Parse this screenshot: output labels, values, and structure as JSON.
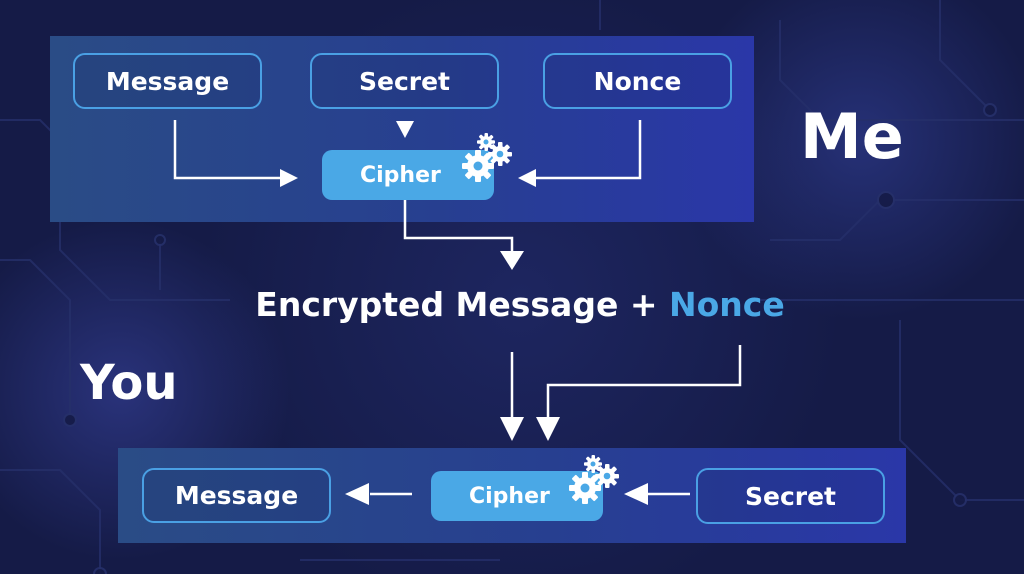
{
  "colors": {
    "background": "#151b47",
    "panel": "#273f90",
    "box_border": "#4aa0e4",
    "cipher_fill": "#4aa8e6",
    "accent_text": "#4aa8e6",
    "text": "#ffffff"
  },
  "top": {
    "message_label": "Message",
    "secret_label": "Secret",
    "nonce_label": "Nonce",
    "cipher_label": "Cipher",
    "cipher_icon": "gears-icon",
    "side_label": "Me"
  },
  "middle": {
    "encrypted_text": "Encrypted Message +",
    "nonce_text": "Nonce"
  },
  "bottom": {
    "side_label": "You",
    "message_label": "Message",
    "cipher_label": "Cipher",
    "cipher_icon": "gears-icon",
    "secret_label": "Secret"
  }
}
